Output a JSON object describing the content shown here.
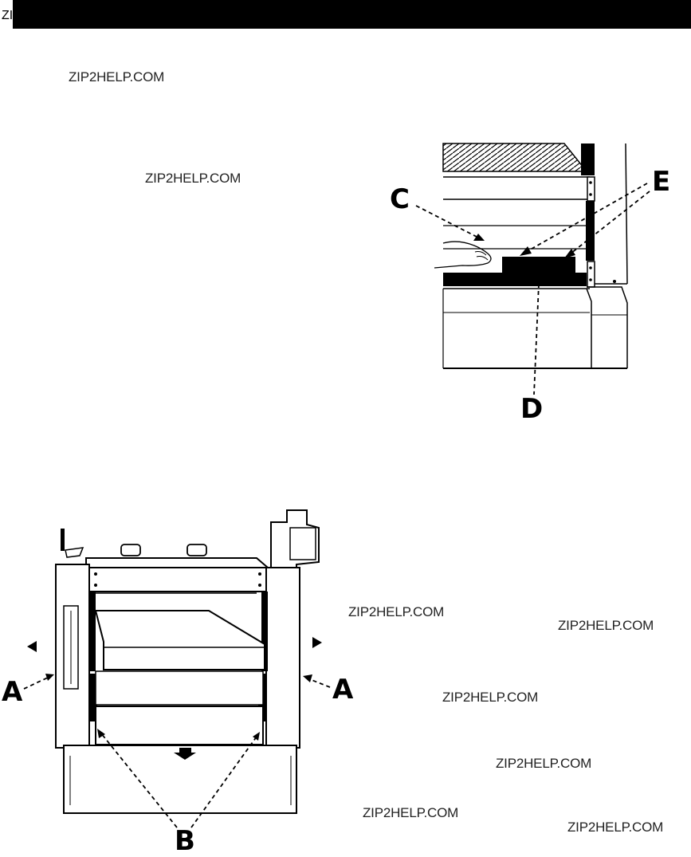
{
  "header": {
    "fragment": "ZI"
  },
  "watermarks": [
    "ZIP2HELP.COM",
    "ZIP2HELP.COM",
    "ZIP2HELP.COM",
    "ZIP2HELP.COM",
    "ZIP2HELP.COM",
    "ZIP2HELP.COM",
    "ZIP2HELP.COM",
    "ZIP2HELP.COM"
  ],
  "figure_top_right": {
    "labels": {
      "c": "C",
      "d": "D",
      "e": "E"
    }
  },
  "figure_bottom_left": {
    "labels": {
      "a_left": "A",
      "a_right": "A",
      "b": "B"
    }
  }
}
